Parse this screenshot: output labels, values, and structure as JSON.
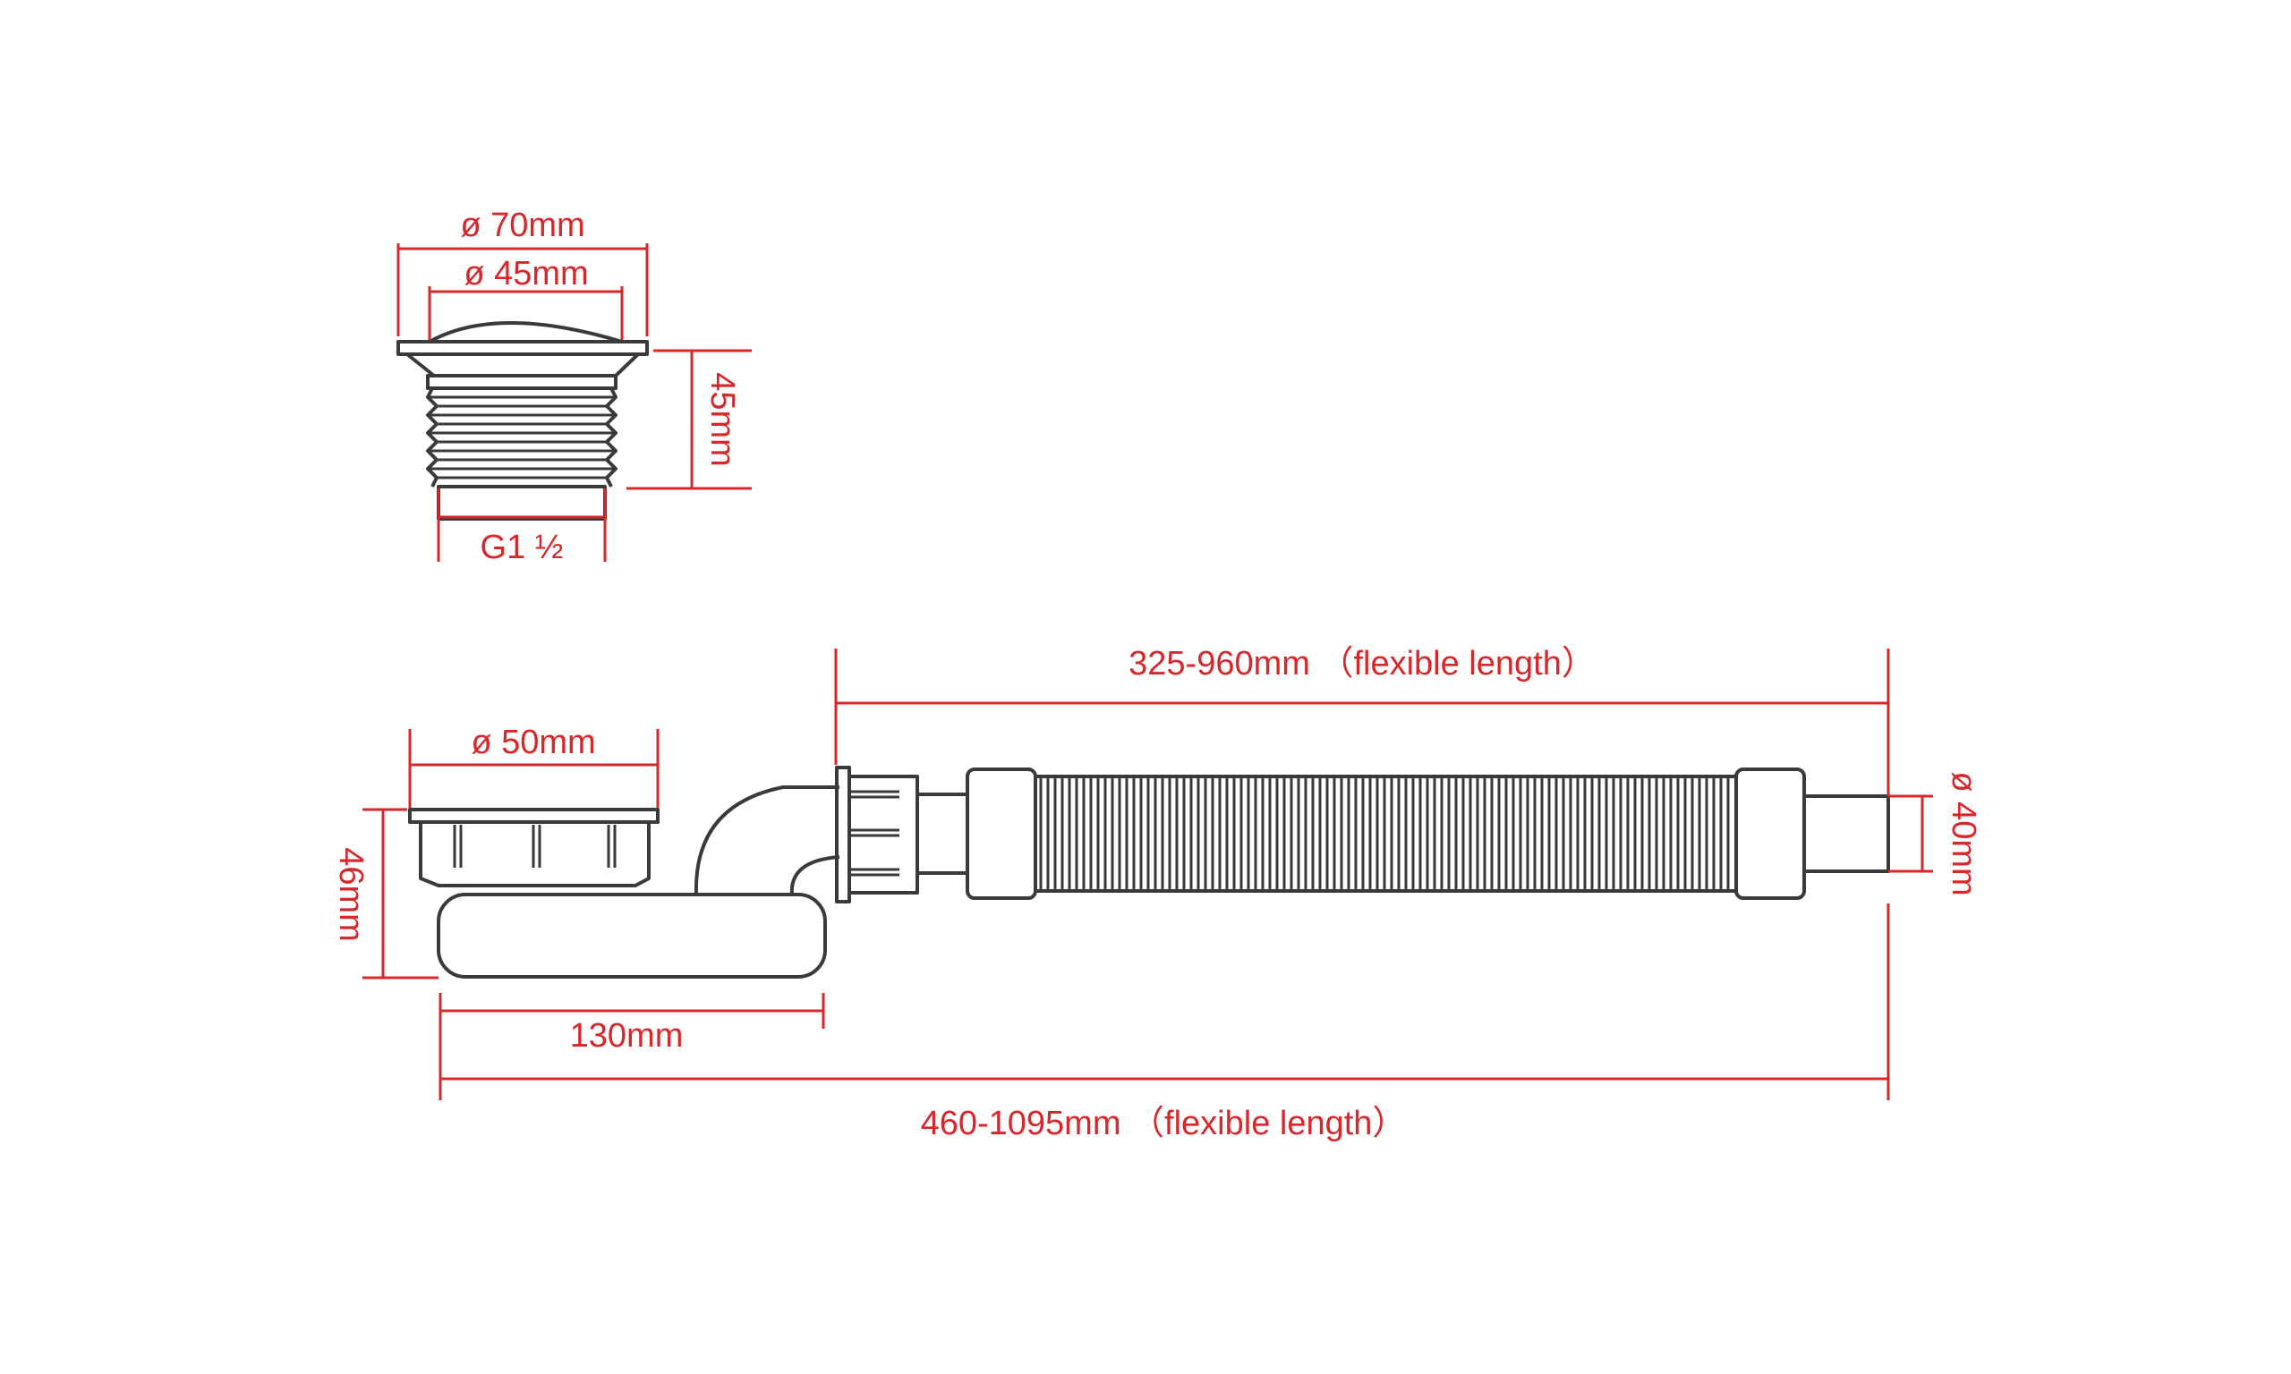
{
  "colors": {
    "dimension": "#d9262b",
    "outline": "#3a3a3a",
    "background": "#ffffff"
  },
  "labels": {
    "dia_70": "ø 70mm",
    "dia_45": "ø 45mm",
    "height_45": "45mm",
    "thread": "G1  ½",
    "flex_hose": "325-960mm  （flexible length）",
    "dia_50": "ø 50mm",
    "height_46": "46mm",
    "dia_40": "ø 40mm",
    "width_130": "130mm",
    "total_length": "460-1095mm  （flexible length）"
  }
}
